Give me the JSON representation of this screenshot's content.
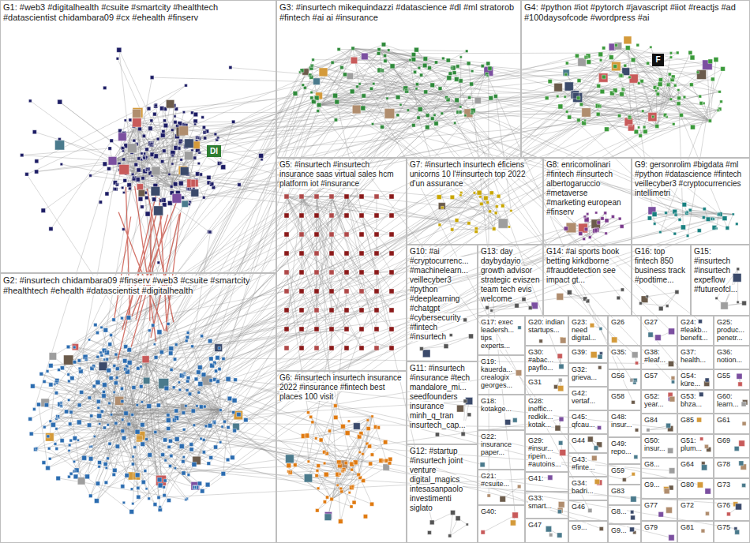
{
  "diagram": {
    "nodes": [
      {
        "text": [
          "G1: #web3 #digitalhealth #csuite #smartcity #healthtech #datascientist chidambara09 #cx #ehealth #finserv"
        ]
      },
      {
        "text": [
          "G3: #insurtech mikequindazzi #datascience #dl #ml stratorob #fintech #ai ai #insurance"
        ]
      },
      {
        "text": [
          "G4: #python #iot #pytorch #javascript #iiot #reactjs #ad #100daysofcode #wordpress #ai"
        ]
      },
      {
        "text": [
          "G5: #insurtech #insurtech insurance saas virtual sales hcm platform iot #insurance"
        ]
      },
      {
        "text": [
          "G7: #insurtech insurtech éficiens unicorns 10 l'#insurtech top 2022 d'un assurance"
        ]
      },
      {
        "text": [
          "G8: enricomolinari #fintech #insurtech albertogaruccio #metaverse #marketing european #finserv"
        ]
      },
      {
        "text": [
          "G9: gersonrolim #bigdata #ml #python #datascience #fintech veillecyber3 #cryptocurrencies intellimetri"
        ]
      },
      {
        "text": [
          "G10: #ai #cryptocurrenc... #machinelearn... veillecyber3 #python #deeplearning #chatgpt #cybersecurity #fintech #insurtech"
        ]
      },
      {
        "text": [
          "G13: day daybydayio growth advisor strategic eviszen team tech evis welcome"
        ]
      },
      {
        "text": [
          "G14: #ai sports book betting kirkdborne #frauddetection see impact gt..."
        ]
      },
      {
        "text": [
          "G16: top fintech 850 business track #podtime..."
        ]
      },
      {
        "text": [
          "G15: #insurtech #insurtech expeflow #futureofcl..."
        ]
      },
      {
        "text": [
          "G2: #insurtech chidambara09 #finserv #web3 #csuite #smartcity #healthtech #ehealth #datascientist #digitalhealth"
        ]
      },
      {
        "text": [
          "G6: #insurtech insurtech insurance 2022 #insurance #fintech best places 100 visit"
        ]
      },
      {
        "text": [
          "G11: #insurtech #insurance #tech mandalore_mi... seedfounders insurance minh_q_tran insurtech_cap..."
        ]
      },
      {
        "text": [
          "G12: #startup #insurtech joint venture digital_magics intesasanpaolo investimenti siglato"
        ]
      },
      {
        "text": [
          "G17: exec leadersh... tips experts..."
        ]
      },
      {
        "text": [
          "G19: kauerda... crealogix georges..."
        ]
      },
      {
        "text": [
          "G18: kotakge..."
        ]
      },
      {
        "text": [
          "G22: insurance paper..."
        ]
      },
      {
        "text": [
          "G21: #csuite..."
        ]
      },
      {
        "text": [
          "G40:"
        ]
      },
      {
        "text": [
          "G20: indian startups..."
        ]
      },
      {
        "text": [
          "G30: #abac... payflo..."
        ]
      },
      {
        "text": [
          "G31"
        ]
      },
      {
        "text": [
          "G28: ineffic... redkik... kotak..."
        ]
      },
      {
        "text": [
          "G29: #insur... ripein... #autoins..."
        ]
      },
      {
        "text": [
          "G41:"
        ]
      },
      {
        "text": [
          "G33: smart..."
        ]
      },
      {
        "text": [
          "G47"
        ]
      },
      {
        "text": [
          "G23: need digital..."
        ]
      },
      {
        "text": [
          "G39:"
        ]
      },
      {
        "text": [
          "G32: grieva..."
        ]
      },
      {
        "text": [
          "G42: vertaf..."
        ]
      },
      {
        "text": [
          "G45: qfcau..."
        ]
      },
      {
        "text": [
          "G44"
        ]
      },
      {
        "text": [
          "G43: #finte..."
        ]
      },
      {
        "text": [
          "G34: badri..."
        ]
      },
      {
        "text": [
          "G46"
        ]
      },
      {
        "text": [
          "G9..."
        ]
      },
      {
        "text": [
          "G26"
        ]
      },
      {
        "text": [
          "G35:"
        ]
      },
      {
        "text": [
          "G56"
        ]
      },
      {
        "text": [
          "G58"
        ]
      },
      {
        "text": [
          "G48: insur..."
        ]
      },
      {
        "text": [
          "G49: repo..."
        ]
      },
      {
        "text": [
          "G59"
        ]
      },
      {
        "text": [
          "G83"
        ]
      },
      {
        "text": [
          "G8..."
        ]
      },
      {
        "text": [
          "G9..."
        ]
      },
      {
        "text": [
          "G27"
        ]
      },
      {
        "text": [
          "G38: #leaf..."
        ]
      },
      {
        "text": [
          "G57"
        ]
      },
      {
        "text": [
          "G52: year..."
        ]
      },
      {
        "text": [
          "G84"
        ]
      },
      {
        "text": [
          "G50: insur..."
        ]
      },
      {
        "text": [
          "G8..."
        ]
      },
      {
        "text": [
          "G9..."
        ]
      },
      {
        "text": [
          "G77"
        ]
      },
      {
        "text": [
          "G79"
        ]
      },
      {
        "text": [
          "G24: #leakb... benefit..."
        ]
      },
      {
        "text": [
          "G37: health..."
        ]
      },
      {
        "text": [
          "G54: küre..."
        ]
      },
      {
        "text": [
          "G53: bhza..."
        ]
      },
      {
        "text": [
          "G85"
        ]
      },
      {
        "text": [
          "G51: plum..."
        ]
      },
      {
        "text": [
          "G64"
        ]
      },
      {
        "text": [
          "G80"
        ]
      },
      {
        "text": [
          "G72"
        ]
      },
      {
        "text": [
          "G81"
        ]
      },
      {
        "text": [
          "G25: produc... penetr..."
        ]
      },
      {
        "text": [
          "G36: notion..."
        ]
      },
      {
        "text": [
          "G55"
        ]
      },
      {
        "text": [
          "G60: learn..."
        ]
      },
      {
        "text": [
          "G61"
        ]
      },
      {
        "text": [
          "G69"
        ]
      },
      {
        "text": [
          "G78"
        ]
      },
      {
        "text": [
          "G73"
        ]
      },
      {
        "text": [
          "G76"
        ]
      },
      {
        "text": [
          "G75"
        ]
      }
    ],
    "labels": [
      "DI",
      "F"
    ]
  }
}
